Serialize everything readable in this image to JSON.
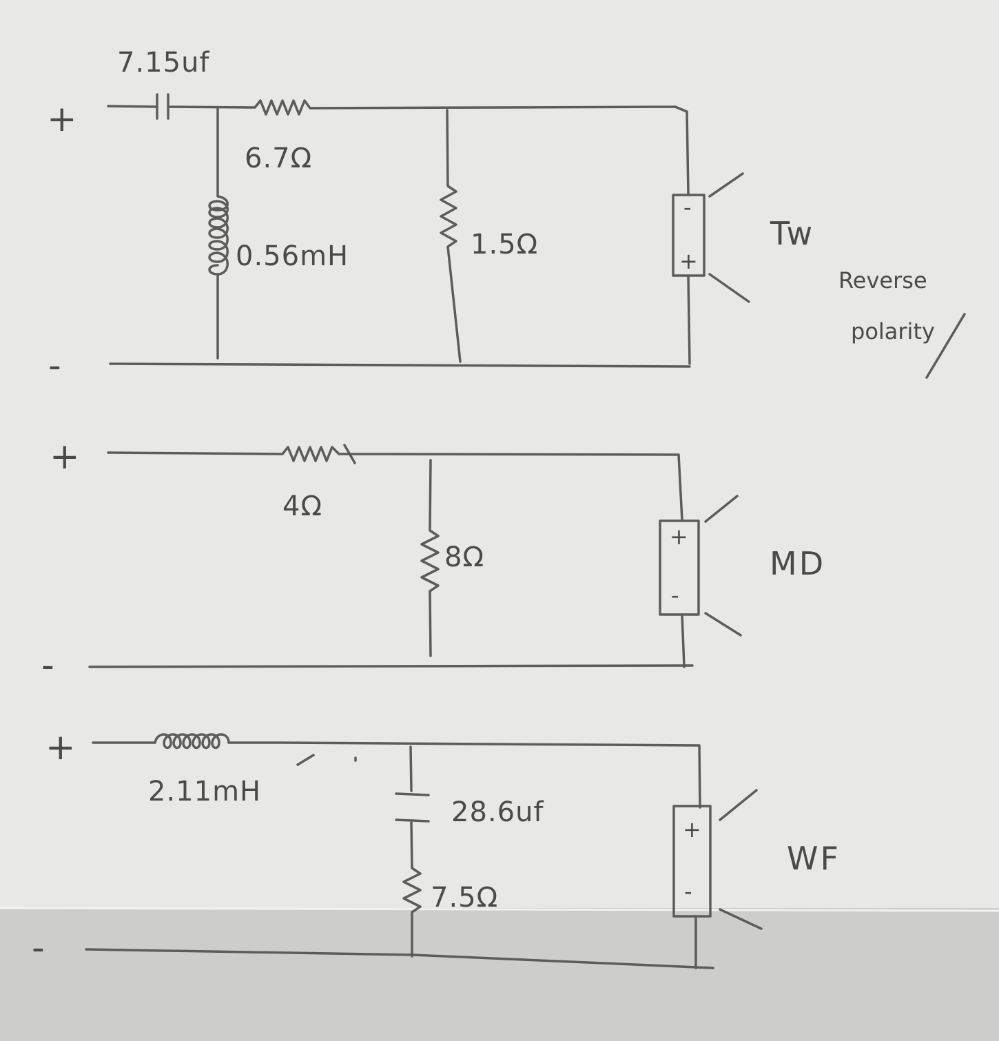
{
  "tweeter": {
    "capacitor": "7.15uf",
    "series_resistor": "6.7Ω",
    "inductor": "0.56mH",
    "shunt_resistor": "1.5Ω",
    "driver_label": "Tw",
    "driver_top_terminal": "-",
    "driver_bottom_terminal": "+",
    "note_line1": "Reverse",
    "note_line2": "polarity"
  },
  "midrange": {
    "series_resistor": "4Ω",
    "shunt_resistor": "8Ω",
    "driver_label": "MD",
    "driver_top_terminal": "+",
    "driver_bottom_terminal": "-"
  },
  "woofer": {
    "inductor": "2.11mH",
    "capacitor": "28.6uf",
    "resistor": "7.5Ω",
    "driver_label": "WF",
    "driver_top_terminal": "+",
    "driver_bottom_terminal": "-"
  },
  "rails": {
    "plus": "+",
    "minus": "-"
  },
  "colors": {
    "paper": "#e8e8e6",
    "paper_shadow": "#c9c9c6",
    "pencil": "#5c5c5a"
  }
}
